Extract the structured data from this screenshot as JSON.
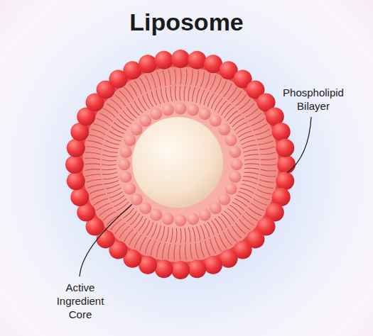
{
  "diagram": {
    "title": "Liposome",
    "labels": [
      "Phospholipid Bilayer",
      "Active Ingredient Core"
    ]
  }
}
